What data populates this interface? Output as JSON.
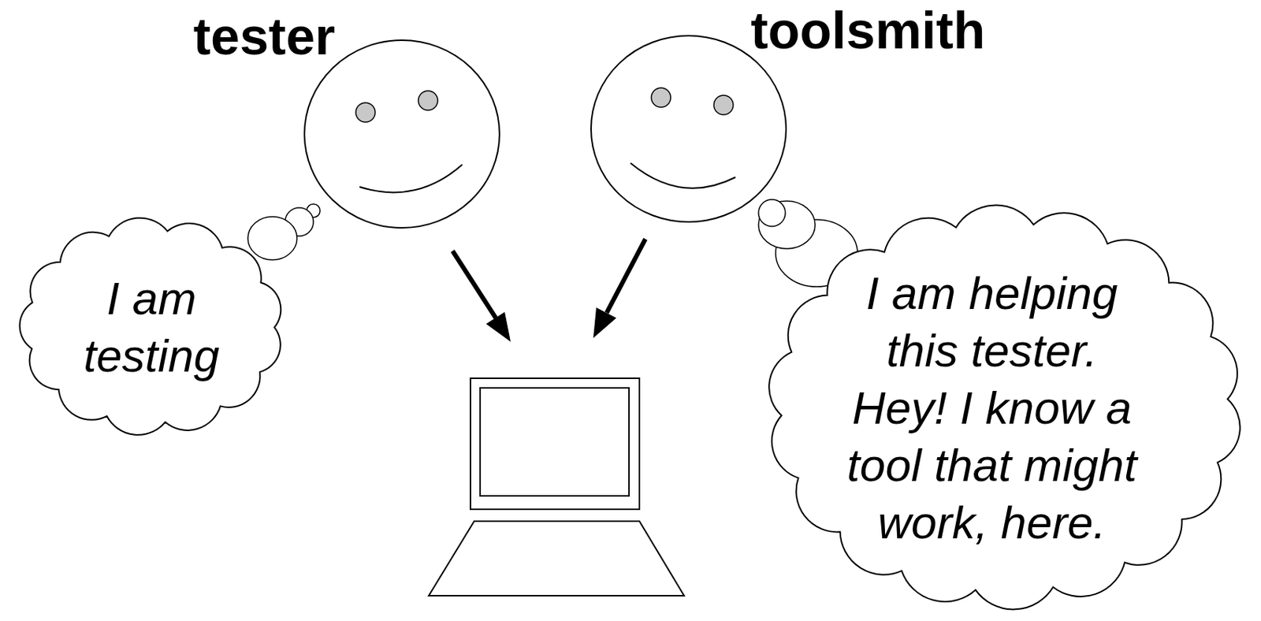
{
  "diagram": {
    "nodes": [
      {
        "text": [
          "tester"
        ]
      },
      {
        "text": [
          "toolsmith"
        ]
      },
      {
        "text": [
          "I am testing"
        ]
      },
      {
        "text": [
          "I am helping this tester. Hey! I know a tool that might work, here."
        ]
      }
    ]
  }
}
